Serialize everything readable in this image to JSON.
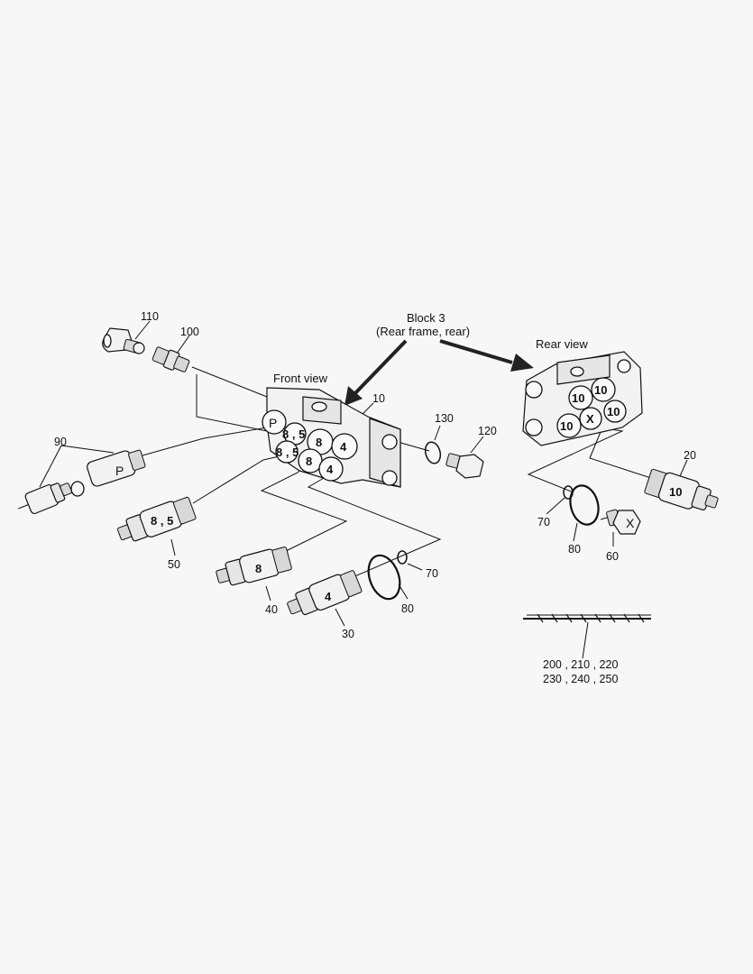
{
  "captions": {
    "block": "Block 3",
    "block_sub": "(Rear frame, rear)",
    "front_view": "Front view",
    "rear_view": "Rear view"
  },
  "callouts": {
    "n10": "10",
    "n20": "20",
    "n30": "30",
    "n40": "40",
    "n50": "50",
    "n60": "60",
    "n70a": "70",
    "n70b": "70",
    "n80a": "80",
    "n80b": "80",
    "n90": "90",
    "n100": "100",
    "n110": "110",
    "n120": "120",
    "n130": "130",
    "kit_line1": "200 , 210 , 220",
    "kit_line2": "230 , 240 , 250"
  },
  "port_marks": {
    "front_p": "P",
    "front_85a": "8 , 5",
    "front_8a": "8",
    "front_4a": "4",
    "front_85b": "8 , 5",
    "front_8b": "8",
    "front_4b": "4",
    "rear_10a": "10",
    "rear_10b": "10",
    "rear_10c": "10",
    "rear_10d": "10",
    "rear_x": "X",
    "part_p": "P",
    "part_85": "8 , 5",
    "part_8": "8",
    "part_4": "4",
    "part_10": "10",
    "part_x": "X"
  }
}
